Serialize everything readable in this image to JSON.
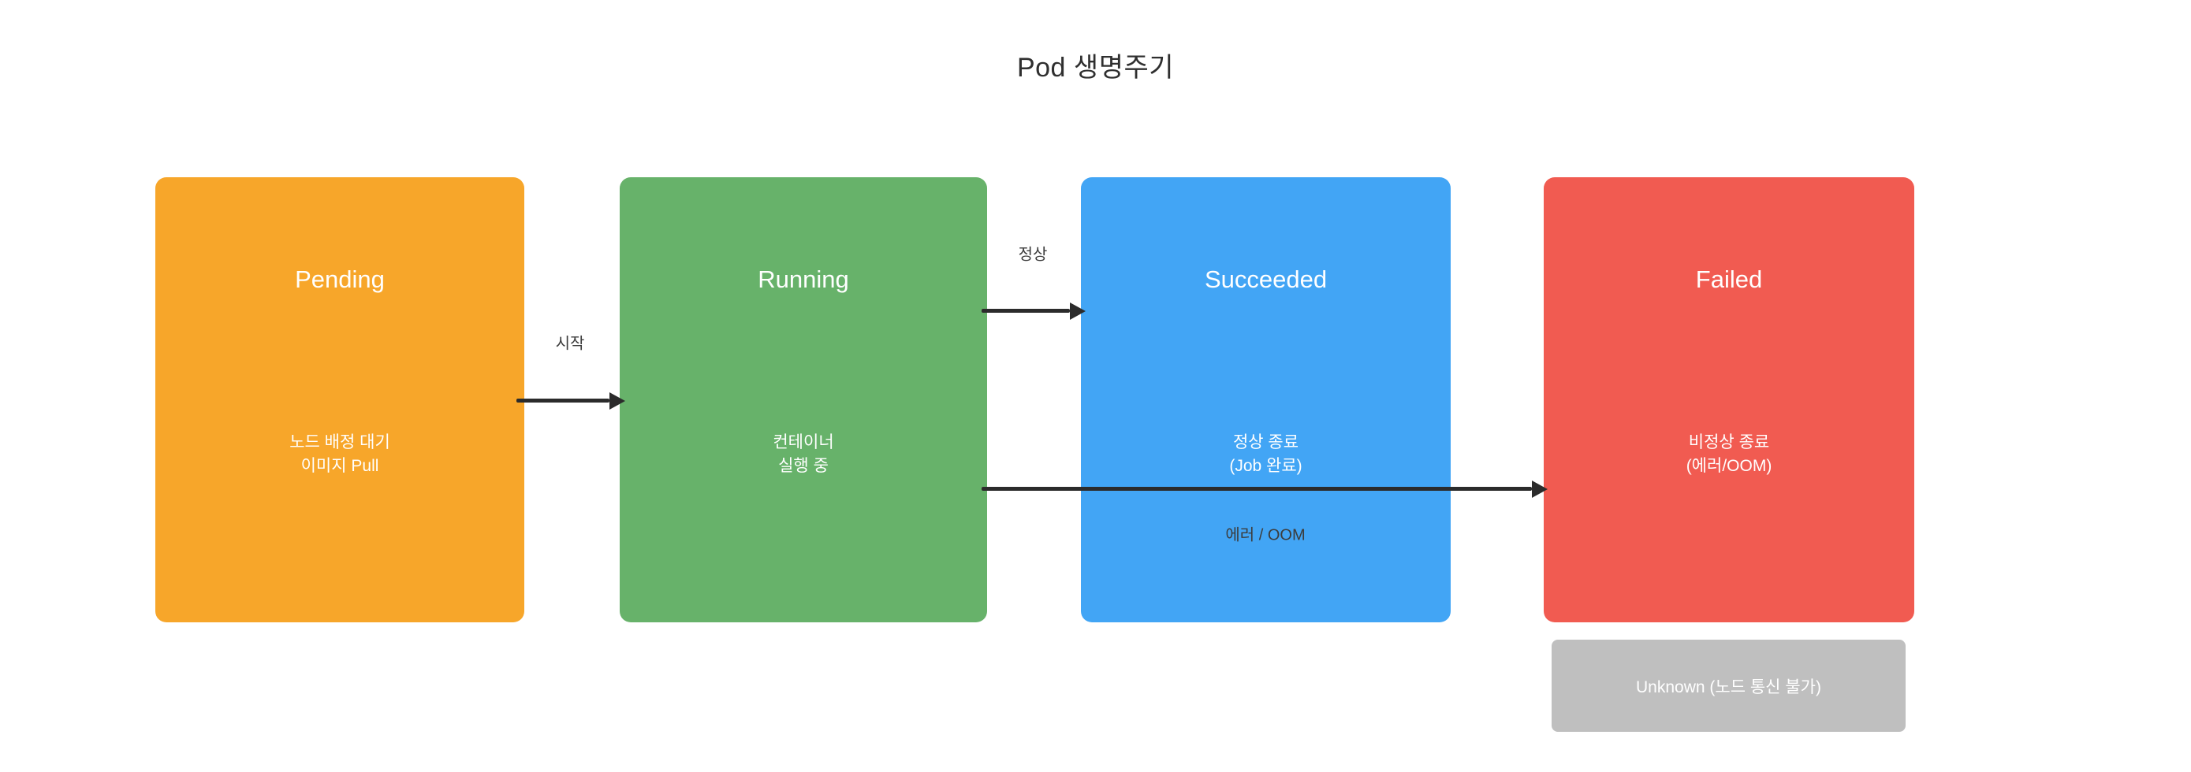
{
  "title": "Pod 생명주기",
  "nodes": [
    {
      "id": "pending",
      "title": "Pending",
      "subtitle": "노드 배정 대기\n이미지 Pull",
      "color": "#F7A62A"
    },
    {
      "id": "running",
      "title": "Running",
      "subtitle": "컨테이너\n실행 중",
      "color": "#67B26A"
    },
    {
      "id": "succeeded",
      "title": "Succeeded",
      "subtitle": "정상 종료\n(Job 완료)",
      "color": "#42A5F5"
    },
    {
      "id": "failed",
      "title": "Failed",
      "subtitle": "비정상 종료\n(에러/OOM)",
      "color": "#F15B51"
    },
    {
      "id": "unknown",
      "title": "Unknown (노드 통신 불가)",
      "color": "#BFBFBF"
    }
  ],
  "edges": [
    {
      "from": "Pending",
      "to": "Running",
      "label": "시작"
    },
    {
      "from": "Running",
      "to": "Succeeded",
      "label": "정상"
    },
    {
      "from": "Running",
      "to": "Failed",
      "label": "에러 / OOM"
    }
  ],
  "colors": {
    "background": "#FFFFFF",
    "arrow": "#2B2B2B",
    "title_text": "#2F2F2F",
    "node_text": "#FFFFFF",
    "edge_label_text": "#3C3C3C"
  }
}
